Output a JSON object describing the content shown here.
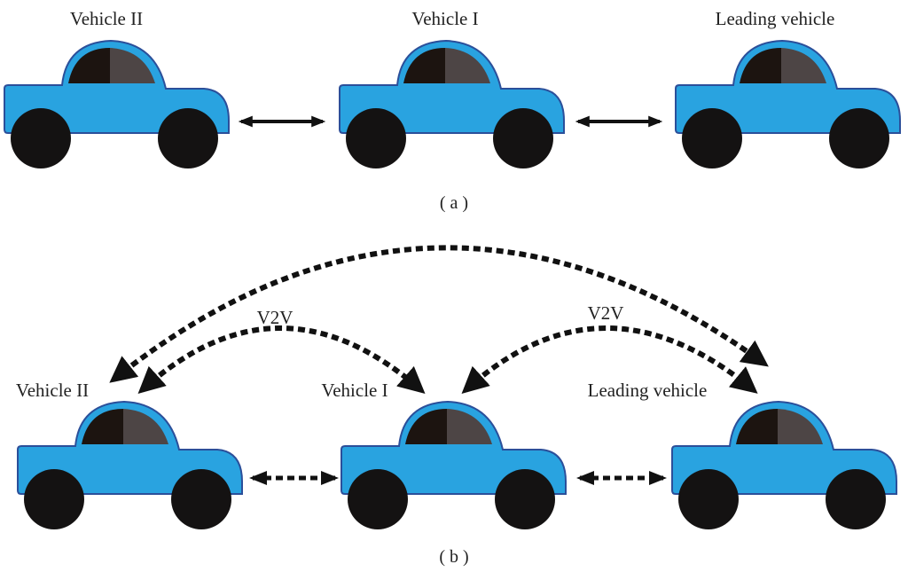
{
  "panel_a": {
    "caption": "( a )",
    "vehicles": [
      {
        "label": "Vehicle II"
      },
      {
        "label": "Vehicle I"
      },
      {
        "label": "Leading vehicle"
      }
    ],
    "links": "solid double-headed arrows between adjacent vehicles"
  },
  "panel_b": {
    "caption": "( b )",
    "vehicles": [
      {
        "label": "Vehicle II"
      },
      {
        "label": "Vehicle I"
      },
      {
        "label": "Leading vehicle"
      }
    ],
    "v2v_labels": [
      "V2V",
      "V2V"
    ],
    "links": "dashed double-headed arrows (V2V communication)"
  },
  "colors": {
    "car_body": "#29a3e0",
    "car_outline": "#2b4f9a",
    "window_dark": "#1c1410",
    "window_light": "#4d4545",
    "wheel": "#141212",
    "arrow": "#111111"
  }
}
